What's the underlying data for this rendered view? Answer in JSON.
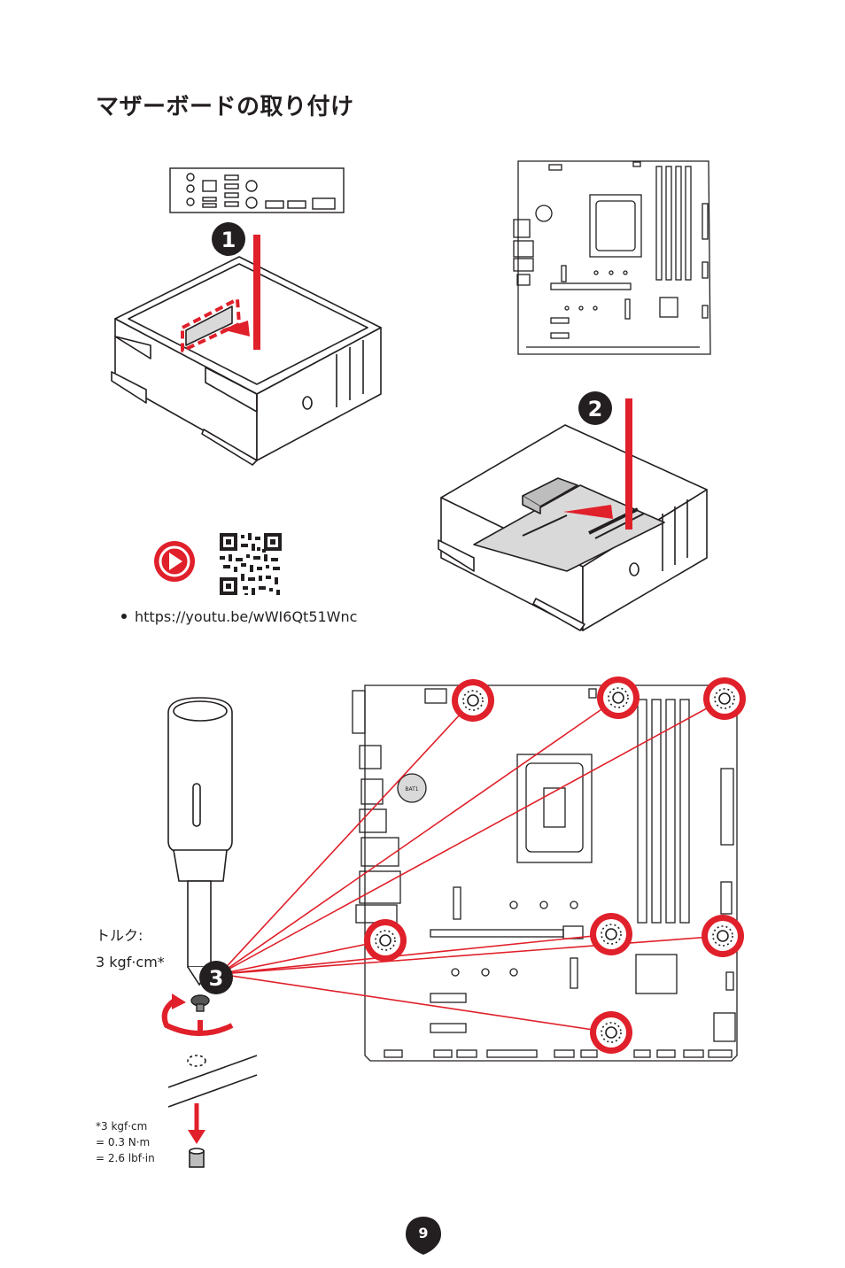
{
  "title": "マザーボードの取り付け",
  "steps": [
    "1",
    "2",
    "3"
  ],
  "video": {
    "url": "https://youtu.be/wWI6Qt51Wnc"
  },
  "board_label": "BAT1",
  "torque": {
    "label": "トルク:",
    "value": "3 kgf·cm*"
  },
  "footnote": {
    "line1": "*3 kgf·cm",
    "line2": "= 0.3 N·m",
    "line3": "= 2.6 lbf·in"
  },
  "page_number": "9",
  "colors": {
    "accent_red": "#e0202a",
    "outline": "#231f20",
    "board_fill": "#d9d9d9"
  }
}
